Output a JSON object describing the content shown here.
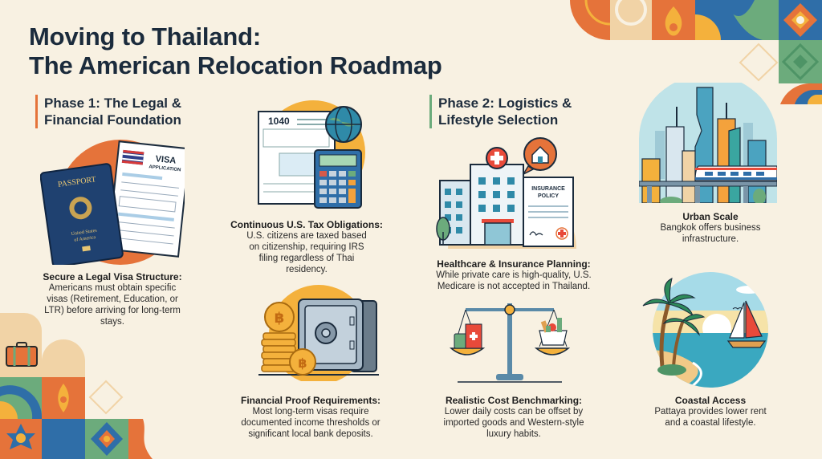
{
  "header": {
    "title_line1": "Moving to Thailand:",
    "title_line2": "The American Relocation Roadmap"
  },
  "phases": [
    {
      "label_line1": "Phase 1: The Legal &",
      "label_line2": "Financial Foundation",
      "accent": "#e5733a"
    },
    {
      "label_line1": "Phase 2: Logistics &",
      "label_line2": "Lifestyle Selection",
      "accent": "#6cab7c"
    }
  ],
  "cards": [
    {
      "icon": "passport-visa-icon",
      "heading": "Secure a Legal Visa Structure:",
      "body": "Americans must obtain specific visas (Retirement, Education, or LTR) before arriving for long-term stays.",
      "illustration_text": {
        "passport": "PASSPORT",
        "passport_country": "United States of America",
        "visa_title": "VISA",
        "visa_subtitle": "APPLICATION"
      }
    },
    {
      "icon": "tax-form-calculator-icon",
      "heading": "Continuous U.S. Tax Obligations:",
      "body": "U.S. citizens are taxed based on citizenship, requiring IRS filing regardless of Thai residency.",
      "illustration_text": {
        "form_number": "1040"
      }
    },
    {
      "icon": "safe-coins-icon",
      "heading": "Financial Proof Requirements:",
      "body": "Most long-term visas require documented income thresholds or significant local bank deposits.",
      "illustration_text": {
        "coin_symbol": "฿"
      }
    },
    {
      "icon": "hospital-insurance-icon",
      "heading": "Healthcare & Insurance Planning:",
      "body": "While private care is high-quality, U.S. Medicare is not accepted in Thailand.",
      "illustration_text": {
        "policy_line1": "INSURANCE",
        "policy_line2": "POLICY"
      }
    },
    {
      "icon": "balance-scale-icon",
      "heading": "Realistic Cost Benchmarking:",
      "body": "Lower daily costs can be offset by imported goods and Western-style luxury habits."
    },
    {
      "icon": "city-skyline-icon",
      "heading": "Urban Scale",
      "body": "Bangkok offers business infrastructure."
    },
    {
      "icon": "beach-icon",
      "heading": "Coastal Access",
      "body": "Pattaya provides lower rent and a coastal lifestyle."
    }
  ],
  "colors": {
    "background": "#f8f1e2",
    "orange": "#e5733a",
    "yellow": "#f4b13c",
    "blue": "#2f6ea8",
    "green": "#6cab7c",
    "navy": "#1b2b3c",
    "peach": "#f1d3a6"
  }
}
